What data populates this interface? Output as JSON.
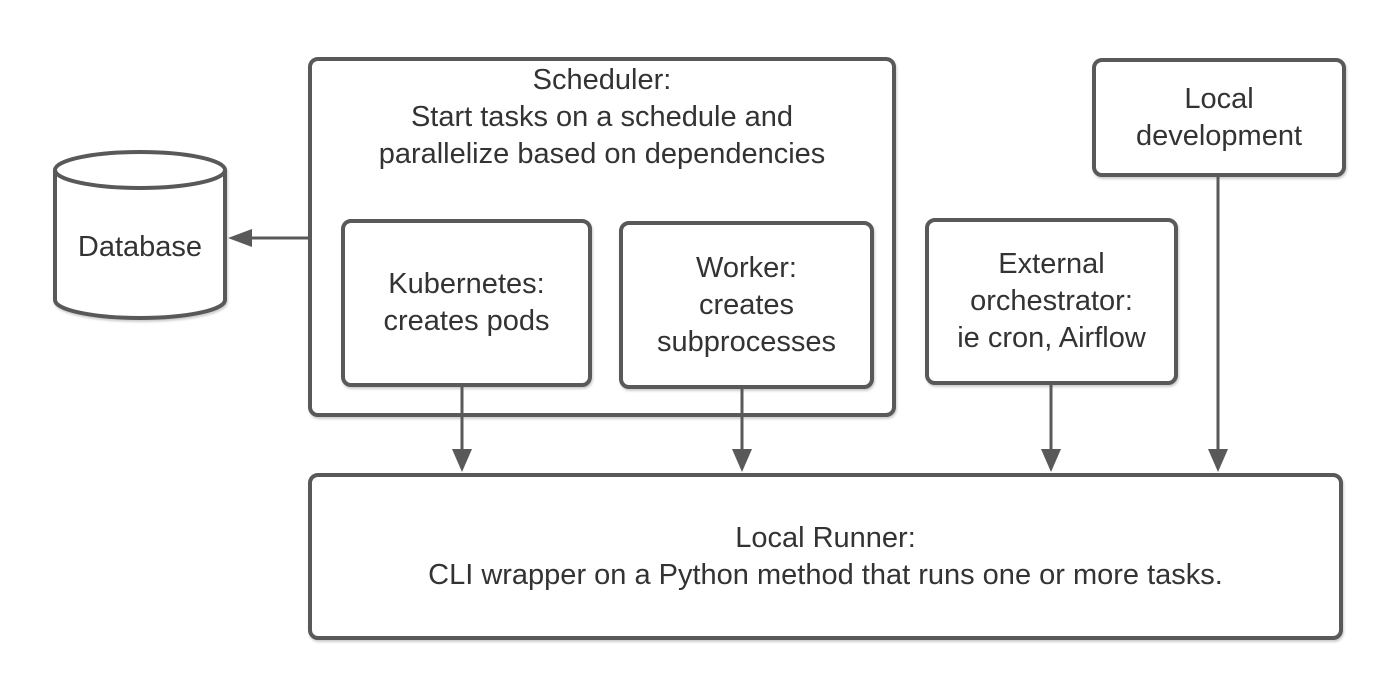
{
  "colors": {
    "border": "#595959",
    "arrow": "#595959",
    "text": "#333333",
    "background": "#ffffff"
  },
  "nodes": {
    "database": {
      "label": "Database",
      "shape": "cylinder"
    },
    "scheduler": {
      "label": "Scheduler:\nStart tasks on a schedule and\nparallelize based on dependencies"
    },
    "kubernetes": {
      "label": "Kubernetes:\ncreates pods"
    },
    "worker": {
      "label": "Worker:\ncreates\nsubprocesses"
    },
    "external_orchestrator": {
      "label": "External\norchestrator:\nie cron, Airflow"
    },
    "local_development": {
      "label": "Local\ndevelopment"
    },
    "local_runner": {
      "label": "Local Runner:\nCLI wrapper on a Python method that runs one or more tasks."
    }
  },
  "edges": [
    {
      "from": "scheduler",
      "to": "database",
      "direction": "left"
    },
    {
      "from": "kubernetes",
      "to": "local_runner",
      "direction": "down"
    },
    {
      "from": "worker",
      "to": "local_runner",
      "direction": "down"
    },
    {
      "from": "external_orchestrator",
      "to": "local_runner",
      "direction": "down"
    },
    {
      "from": "local_development",
      "to": "local_runner",
      "direction": "down"
    }
  ]
}
